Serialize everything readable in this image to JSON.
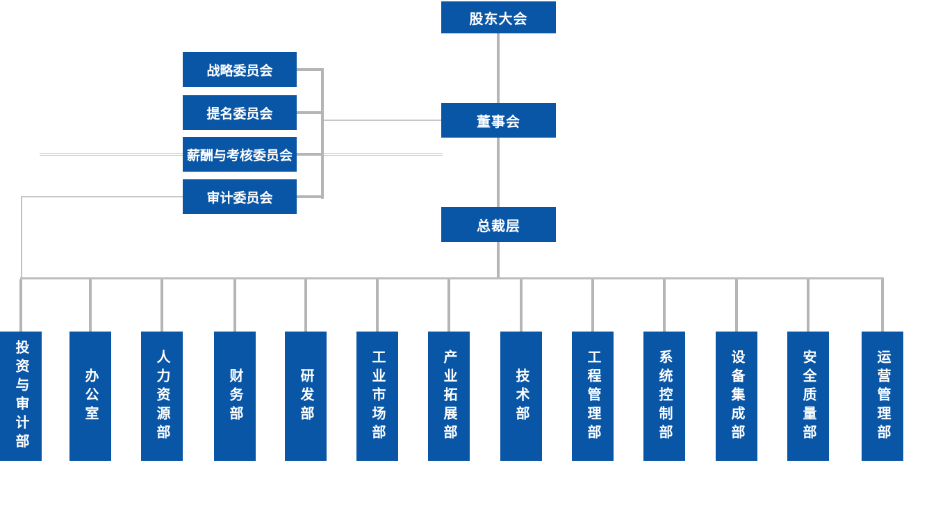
{
  "colors": {
    "node_fill": "#0a56a6",
    "node_text": "#ffffff",
    "connector_thick": "#b5b5b5",
    "connector_thin": "#c9c9c9",
    "background": "#ffffff"
  },
  "top_nodes": {
    "shareholders": {
      "label": "股东大会"
    },
    "board": {
      "label": "董事会"
    },
    "president": {
      "label": "总裁层"
    }
  },
  "committees": [
    {
      "label": "战略委员会"
    },
    {
      "label": "提名委员会"
    },
    {
      "label": "薪酬与考核委员会"
    },
    {
      "label": "审计委员会"
    }
  ],
  "departments": [
    {
      "label": "投资与审计部"
    },
    {
      "label": "办公室"
    },
    {
      "label": "人力资源部"
    },
    {
      "label": "财务部"
    },
    {
      "label": "研发部"
    },
    {
      "label": "工业市场部"
    },
    {
      "label": "产业拓展部"
    },
    {
      "label": "技术部"
    },
    {
      "label": "工程管理部"
    },
    {
      "label": "系统控制部"
    },
    {
      "label": "设备集成部"
    },
    {
      "label": "安全质量部"
    },
    {
      "label": "运营管理部"
    }
  ]
}
